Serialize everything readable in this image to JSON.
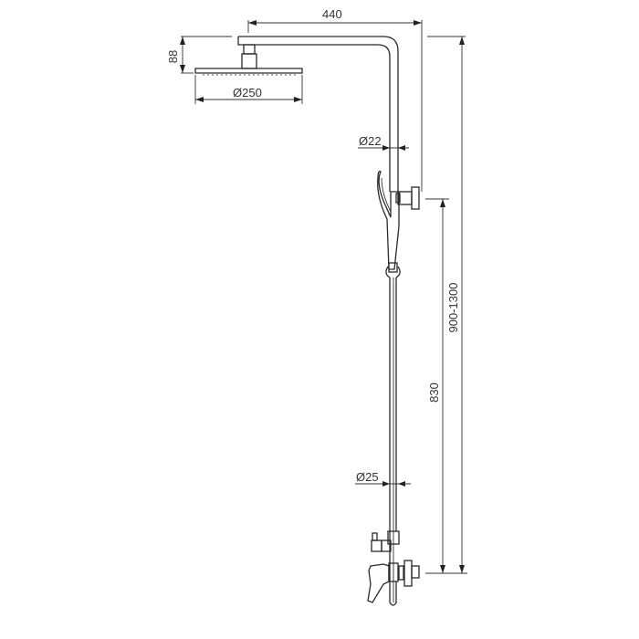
{
  "drawing": {
    "title": "Shower system dimension drawing",
    "colors": {
      "line": "#2a2a2a",
      "background": "#ffffff"
    },
    "dimensions": {
      "arm_length": "440",
      "head_height": "88",
      "head_diameter": "Ø250",
      "upper_pipe_diameter": "Ø22",
      "lower_pipe_diameter": "Ø25",
      "holder_to_mixer": "830",
      "total_height_range": "900-1300"
    }
  }
}
